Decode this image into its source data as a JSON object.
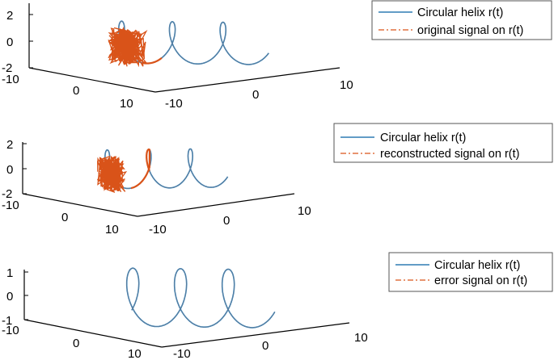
{
  "colors": {
    "helix": "#2f7cb3",
    "signal": "#d95319",
    "axis": "#000000",
    "legend_border": "#555555"
  },
  "chart_data": [
    {
      "type": "line",
      "legend": [
        "Circular helix r(t)",
        "original signal on r(t)"
      ],
      "x_ticks": [
        "-10",
        "0",
        "10"
      ],
      "y_ticks": [
        "-10",
        "0",
        "10"
      ],
      "z_ticks": [
        "-2",
        "0",
        "2"
      ],
      "xlim": [
        -10,
        10
      ],
      "ylim": [
        -10,
        10
      ],
      "zlim": [
        -2,
        2
      ],
      "series": [
        {
          "name": "Circular helix r(t)",
          "style": "solid"
        },
        {
          "name": "original signal on r(t)",
          "style": "dash-dot"
        }
      ]
    },
    {
      "type": "line",
      "legend": [
        "Circular helix r(t)",
        "reconstructed signal on r(t)"
      ],
      "x_ticks": [
        "-10",
        "0",
        "10"
      ],
      "y_ticks": [
        "-10",
        "0",
        "10"
      ],
      "z_ticks": [
        "-2",
        "0",
        "2"
      ],
      "xlim": [
        -10,
        10
      ],
      "ylim": [
        -10,
        10
      ],
      "zlim": [
        -2,
        2
      ],
      "series": [
        {
          "name": "Circular helix r(t)",
          "style": "solid"
        },
        {
          "name": "reconstructed signal on r(t)",
          "style": "dash-dot"
        }
      ]
    },
    {
      "type": "line",
      "legend": [
        "Circular helix r(t)",
        "error signal on r(t)"
      ],
      "x_ticks": [
        "-10",
        "0",
        "10"
      ],
      "y_ticks": [
        "-10",
        "0",
        "10"
      ],
      "z_ticks": [
        "-1",
        "0",
        "1"
      ],
      "xlim": [
        -10,
        10
      ],
      "ylim": [
        -10,
        10
      ],
      "zlim": [
        -1,
        1
      ],
      "series": [
        {
          "name": "Circular helix r(t)",
          "style": "solid"
        },
        {
          "name": "error signal on r(t)",
          "style": "dash-dot"
        }
      ]
    }
  ]
}
